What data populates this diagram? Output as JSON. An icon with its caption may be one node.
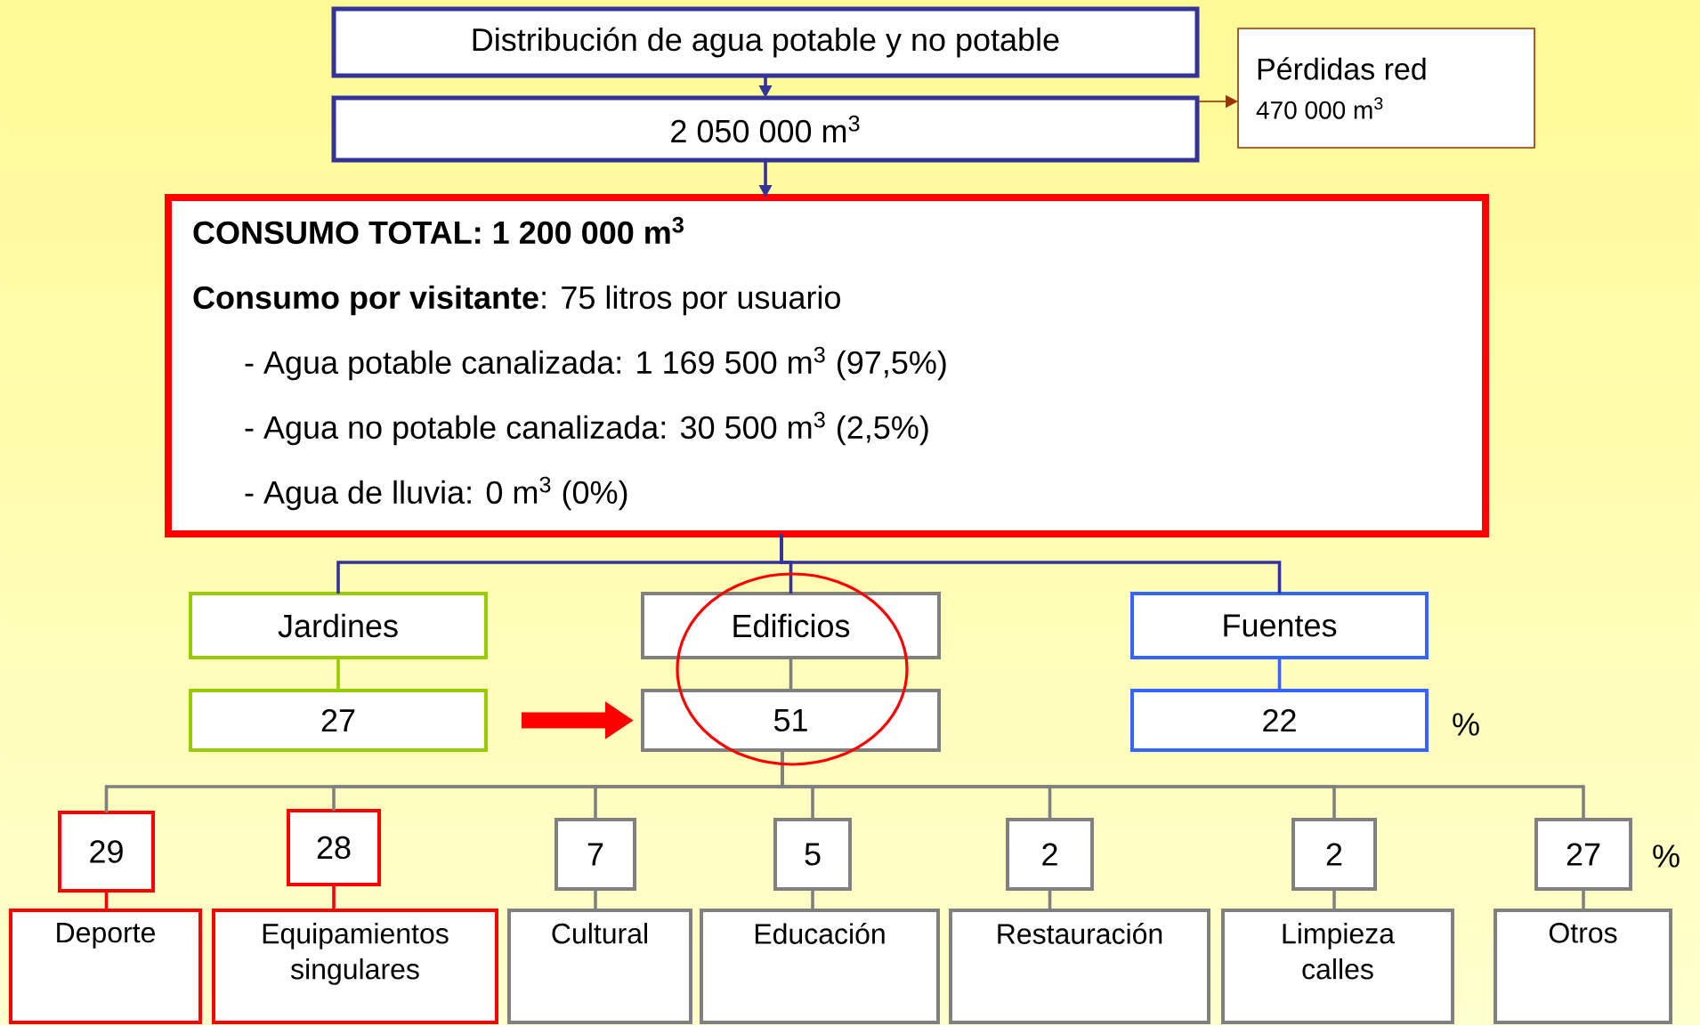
{
  "diagram": {
    "nodes": [
      {
        "text": [
          "Distribución de agua potable y no potable"
        ]
      },
      {
        "text": [
          "2 050 000 m$^{3}$"
        ]
      },
      {
        "text": [
          "Pérdidas red",
          "470 000 m$^{3}$"
        ]
      },
      {
        "text": [
          "CONSUMO TOTAL: 1 200 000 m$^{3}$",
          "**Consumo por visitante**: 75 litros por usuario",
          "- Agua potable canalizada: 1 169 500 m$^{3}$ (97,5%)",
          "- Agua no potable canalizada: 30 500 m$^{3}$ (2,5%)",
          "- Agua de lluvia: 0 m$^{3}$ (0%)"
        ]
      },
      {
        "text": [
          "Jardines"
        ]
      },
      {
        "text": [
          "27"
        ]
      },
      {
        "text": [
          "Edificios"
        ]
      },
      {
        "text": [
          "51"
        ]
      },
      {
        "text": [
          "Fuentes"
        ]
      },
      {
        "text": [
          "22"
        ]
      },
      {
        "text": [
          "29"
        ]
      },
      {
        "text": [
          "28"
        ]
      },
      {
        "text": [
          "7"
        ]
      },
      {
        "text": [
          "5"
        ]
      },
      {
        "text": [
          "2"
        ]
      },
      {
        "text": [
          "2"
        ]
      },
      {
        "text": [
          "27"
        ]
      },
      {
        "text": [
          "Deporte"
        ]
      },
      {
        "text": [
          "Equipamientos singulares"
        ]
      },
      {
        "text": [
          "Cultural"
        ]
      },
      {
        "text": [
          "Educación"
        ]
      },
      {
        "text": [
          "Restauración"
        ]
      },
      {
        "text": [
          "Limpieza calles"
        ]
      },
      {
        "text": [
          "Otros"
        ]
      }
    ],
    "edges": [
      {
        "from": 0,
        "to": 1,
        "arrow": "to",
        "color": "#333399"
      },
      {
        "from": 1,
        "to": 3,
        "arrow": "to",
        "color": "#333399"
      },
      {
        "from": 1,
        "to": 2,
        "arrow": "to",
        "color": "#993300"
      },
      {
        "from": 3,
        "to": 4,
        "arrow": "none",
        "color": "#333399"
      },
      {
        "from": 3,
        "to": 6,
        "arrow": "none",
        "color": "#333399"
      },
      {
        "from": 3,
        "to": 8,
        "arrow": "none",
        "color": "#333399"
      },
      {
        "from": 4,
        "to": 5,
        "arrow": "none",
        "color": "#99cc00"
      },
      {
        "from": 6,
        "to": 7,
        "arrow": "none"
      },
      {
        "from": 5,
        "to": 7,
        "arrow": "to",
        "style": "thick",
        "color": "#ff0000"
      },
      {
        "from": 8,
        "to": 9,
        "arrow": "none",
        "color": "#3366ff"
      },
      {
        "from": 7,
        "to": 10,
        "arrow": "none"
      },
      {
        "from": 7,
        "to": 11,
        "arrow": "none"
      },
      {
        "from": 7,
        "to": 12,
        "arrow": "none"
      },
      {
        "from": 7,
        "to": 13,
        "arrow": "none"
      },
      {
        "from": 7,
        "to": 14,
        "arrow": "none"
      },
      {
        "from": 7,
        "to": 15,
        "arrow": "none"
      },
      {
        "from": 7,
        "to": 16,
        "arrow": "none"
      },
      {
        "from": 10,
        "to": 17,
        "arrow": "none",
        "color": "#ff0000"
      },
      {
        "from": 11,
        "to": 18,
        "arrow": "none",
        "color": "#ff0000"
      },
      {
        "from": 12,
        "to": 19,
        "arrow": "none"
      },
      {
        "from": 13,
        "to": 20,
        "arrow": "none"
      },
      {
        "from": 14,
        "to": 21,
        "arrow": "none"
      },
      {
        "from": 15,
        "to": 22,
        "arrow": "none"
      },
      {
        "from": 16,
        "to": 23,
        "arrow": "none"
      }
    ],
    "labels": [
      "%",
      "%"
    ]
  }
}
